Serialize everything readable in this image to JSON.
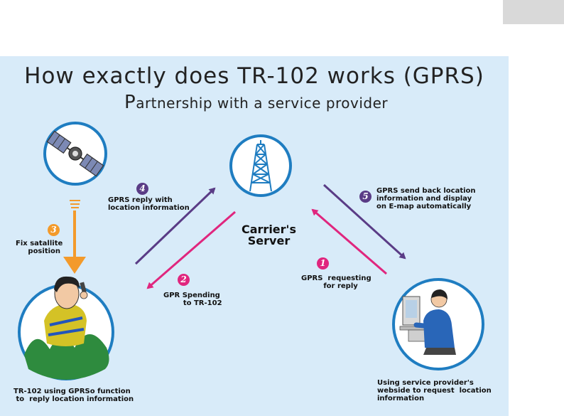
{
  "diagram": {
    "title": "How exactly does TR-102 works (GPRS)",
    "subtitle_initial": "P",
    "subtitle_rest": "artnership with a service provider",
    "server_label_line1": "Carrier's",
    "server_label_line2": "Server",
    "steps": [
      {
        "number": "1",
        "color": "#e0267e",
        "text": "GPRS  requesting\n         for reply"
      },
      {
        "number": "2",
        "color": "#e0267e",
        "text": "GPR Spending\n        to TR-102"
      },
      {
        "number": "3",
        "color": "#f39a2b",
        "text": "Fix satallite\n     position"
      },
      {
        "number": "4",
        "color": "#5a3c86",
        "text": "GPRS reply with\nlocation information"
      },
      {
        "number": "5",
        "color": "#5a3c86",
        "text": "GPRS send back location\ninformation and display\non E-map automatically"
      }
    ],
    "caption_user": "TR-102 using GPRSo function\n to  reply location information",
    "caption_provider": "Using service provider's\nwebside to request  location\ninformation"
  },
  "colors": {
    "panel_background": "#d8ebf9",
    "circle_border": "#1f7dc1",
    "magenta": "#e0267e",
    "purple": "#5a3c86",
    "orange": "#f39a2b"
  },
  "icons": [
    "satellite-icon",
    "transmission-tower-icon",
    "person-with-phone-icon",
    "person-at-computer-icon"
  ]
}
